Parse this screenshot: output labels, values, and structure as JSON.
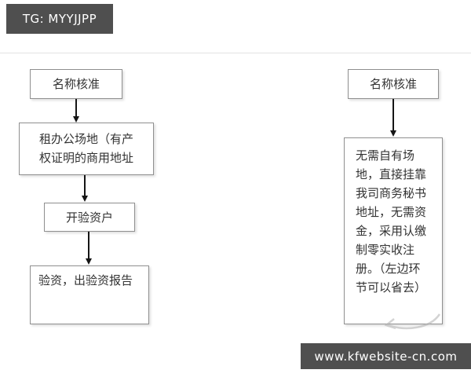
{
  "badges": {
    "tg": "TG: MYYJJPP",
    "website": "www.kfwebsite-cn.com"
  },
  "flowchart": {
    "left": [
      {
        "label": "名称核准"
      },
      {
        "label": "租办公场地（有产权证明的商用地址"
      },
      {
        "label": "开验资户"
      },
      {
        "label": "验资，出验资报告"
      }
    ],
    "right": [
      {
        "label": "名称核准"
      },
      {
        "label": "无需自有场地，直接挂靠我司商务秘书地址，无需资金，采用认缴制零实收注册。（左边环节可以省去）"
      }
    ]
  }
}
